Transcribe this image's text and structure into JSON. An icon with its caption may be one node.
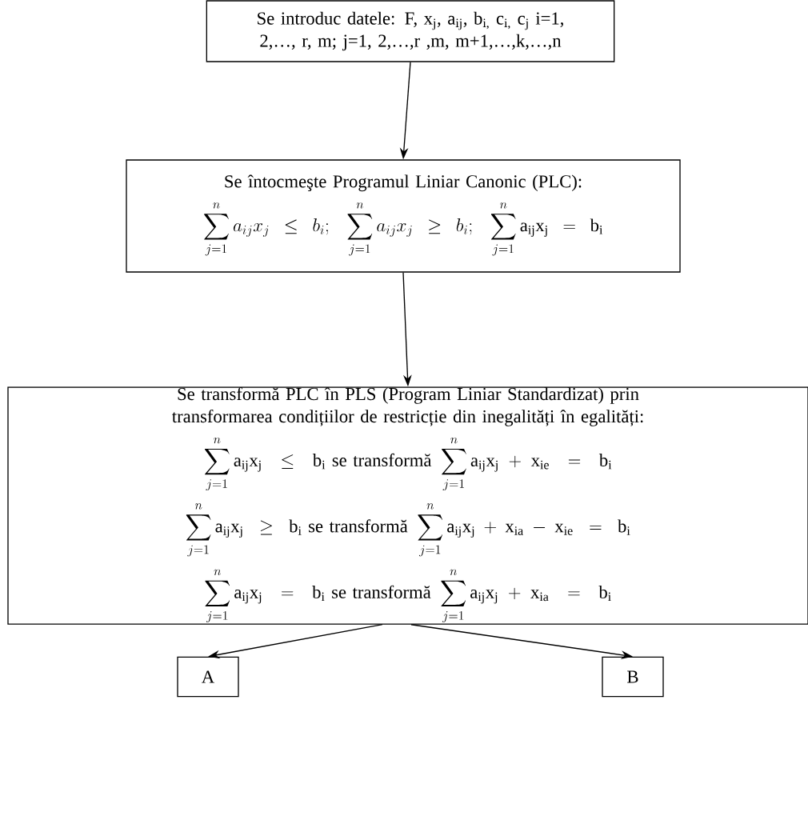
{
  "diagram": {
    "nodes": [
      {
        "text": [
          "Se introduc datele: F, x$_{j}$, a$_{ij}$, b$_{i,}$ c$_{i,}$ c$_{j}$ i=1, 2,…, r, m; j=1, 2,…,r ,m, m+1,…,k,…,n"
        ]
      },
      {
        "text": [
          "Se întocmeşte Programul Liniar Canonic (PLC):",
          "\\sum_{j=1}^{n}a_{ij}x_{j}\\leq b_{i};\\;\\sum_{j=1}^{n}a_{ij}x_{j}\\geq b_{i};\\;\\sum_{j=1}^{n}\\mathrm{a}_{\\mathrm{ij}}\\mathrm{x}_{\\mathrm{j}}=\\mathrm{b}_{\\mathrm{i}}"
        ]
      },
      {
        "text": [
          "Se transformă PLC în PLS (Program Liniar Standardizat) prin transformarea condițiilor de restricție din inegalități în egalități:",
          "\\sum_{j=1}^{n}\\mathrm{a}_{\\mathrm{ij}}\\mathrm{x}_{\\mathrm{j}}\\leq\\mathrm{b}_{\\mathrm{i}}\\text{ se transformă }\\sum_{j=1}^{n}\\mathrm{a}_{\\mathrm{ij}}\\mathrm{x}_{\\mathrm{j}}+\\mathrm{x}_{\\mathrm{ie}}=\\mathrm{b}_{\\mathrm{i}}",
          "\\sum_{j=1}^{n}\\mathrm{a}_{\\mathrm{ij}}\\mathrm{x}_{\\mathrm{j}}\\geq\\mathrm{b}_{\\mathrm{i}}\\text{ se transformă }\\sum_{j=1}^{n}\\mathrm{a}_{\\mathrm{ij}}\\mathrm{x}_{\\mathrm{j}}+\\mathrm{x}_{\\mathrm{ia}}-\\mathrm{x}_{\\mathrm{ie}}=\\mathrm{b}_{\\mathrm{i}}",
          "\\sum_{j=1}^{n}\\mathrm{a}_{\\mathrm{ij}}\\mathrm{x}_{\\mathrm{j}}=\\mathrm{b}_{\\mathrm{i}}\\text{ se transformă }\\sum_{j=1}^{n}\\mathrm{a}_{\\mathrm{ij}}\\mathrm{x}_{\\mathrm{j}}+\\mathrm{x}_{\\mathrm{ia}}=\\mathrm{b}_{\\mathrm{i}}"
        ]
      },
      {
        "text": [
          "A"
        ]
      },
      {
        "text": [
          "B"
        ]
      }
    ],
    "edges": [
      {
        "from": 0,
        "to": 1,
        "arrow": "to"
      },
      {
        "from": 1,
        "to": 2,
        "arrow": "to"
      },
      {
        "from": 2,
        "to": 3,
        "arrow": "to"
      },
      {
        "from": 2,
        "to": 4,
        "arrow": "to"
      }
    ]
  }
}
